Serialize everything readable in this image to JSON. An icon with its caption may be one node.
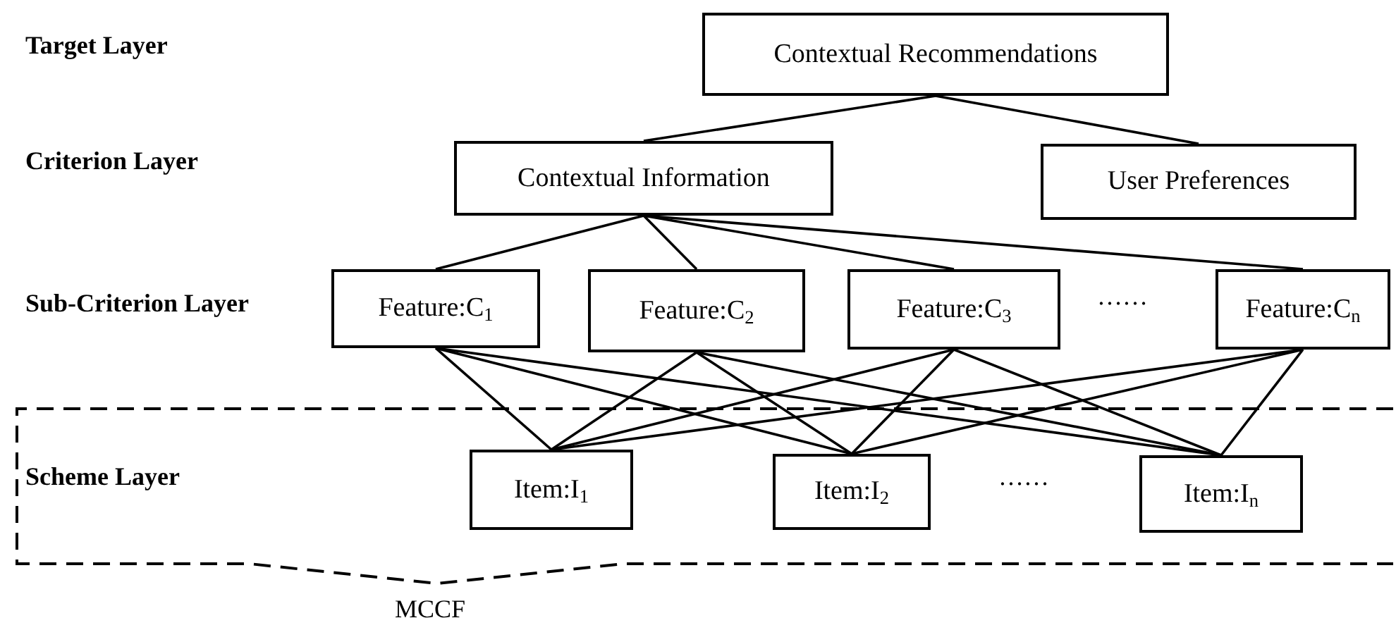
{
  "diagram": {
    "nodes": [
      {
        "text": [
          "Contextual Recommendations"
        ]
      },
      {
        "text": [
          "Contextual Information"
        ]
      },
      {
        "text": [
          "User Preferences"
        ]
      },
      {
        "text": [
          "Feature:C$_{1}$"
        ]
      },
      {
        "text": [
          "Feature:C$_{2}$"
        ]
      },
      {
        "text": [
          "Feature:C$_{3}$"
        ]
      },
      {
        "text": [
          "Feature:C$_{n}$"
        ]
      },
      {
        "text": [
          "Scheme Layer"
        ],
        "beside": [
          "MCCF"
        ]
      },
      {
        "text": [
          "Item:I$_{1}$"
        ],
        "in": 7
      },
      {
        "text": [
          "Item:I$_{2}$"
        ],
        "in": 7
      },
      {
        "text": [
          "Item:I$_{n}$"
        ],
        "in": 7
      }
    ],
    "edges": [
      {
        "from": 0,
        "to": 1,
        "arrow": "none"
      },
      {
        "from": 0,
        "to": 2,
        "arrow": "none"
      },
      {
        "from": 1,
        "to": 3,
        "arrow": "none"
      },
      {
        "from": 1,
        "to": 4,
        "arrow": "none"
      },
      {
        "from": 1,
        "to": 5,
        "arrow": "none"
      },
      {
        "from": 1,
        "to": 6,
        "arrow": "none"
      },
      {
        "from": 3,
        "to": 8,
        "arrow": "none"
      },
      {
        "from": 3,
        "to": 9,
        "arrow": "none"
      },
      {
        "from": 3,
        "to": 10,
        "arrow": "none"
      },
      {
        "from": 4,
        "to": 8,
        "arrow": "none"
      },
      {
        "from": 4,
        "to": 9,
        "arrow": "none"
      },
      {
        "from": 4,
        "to": 10,
        "arrow": "none"
      },
      {
        "from": 5,
        "to": 8,
        "arrow": "none"
      },
      {
        "from": 5,
        "to": 9,
        "arrow": "none"
      },
      {
        "from": 5,
        "to": 10,
        "arrow": "none"
      },
      {
        "from": 6,
        "to": 8,
        "arrow": "none"
      },
      {
        "from": 6,
        "to": 9,
        "arrow": "none"
      },
      {
        "from": 6,
        "to": 10,
        "arrow": "none"
      }
    ],
    "labels": [
      "Target Layer",
      "Criterion Layer",
      "Sub-Criterion Layer",
      "……",
      "……"
    ]
  }
}
